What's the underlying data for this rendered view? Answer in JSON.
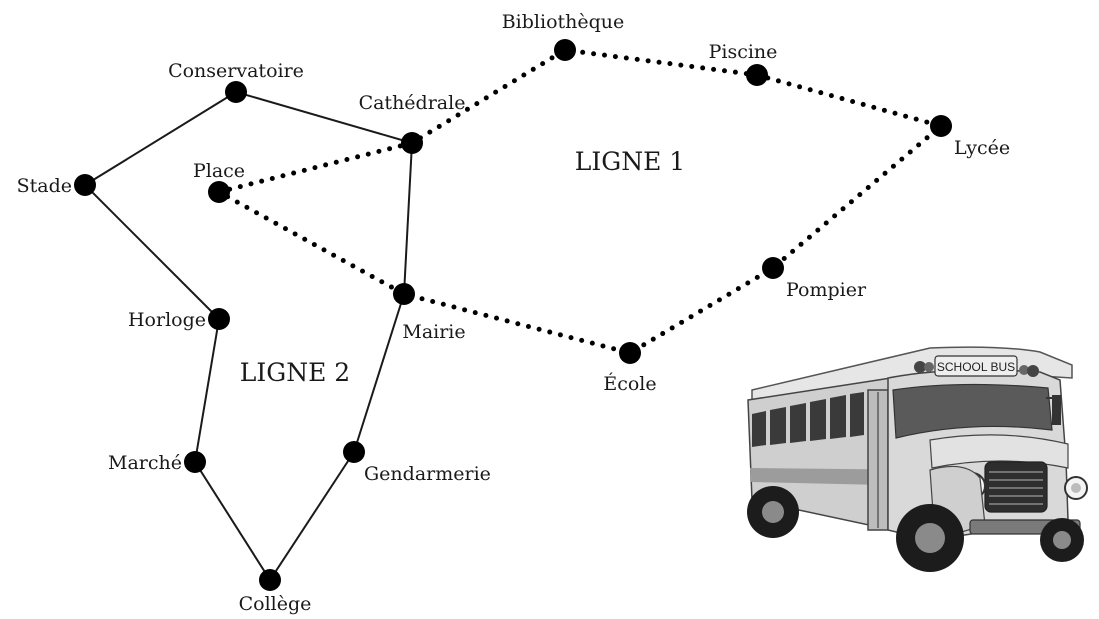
{
  "lines": {
    "ligne1_label": "LIGNE 1",
    "ligne2_label": "LIGNE 2"
  },
  "stops": {
    "bibliotheque": "Bibliothèque",
    "piscine": "Piscine",
    "lycee": "Lycée",
    "pompier": "Pompier",
    "ecole": "École",
    "mairie": "Mairie",
    "place": "Place",
    "cathedrale": "Cathédrale",
    "conservatoire": "Conservatoire",
    "stade": "Stade",
    "horloge": "Horloge",
    "marche": "Marché",
    "college": "Collège",
    "gendarmerie": "Gendarmerie"
  },
  "bus": {
    "sign_text": "SCHOOL BUS"
  }
}
